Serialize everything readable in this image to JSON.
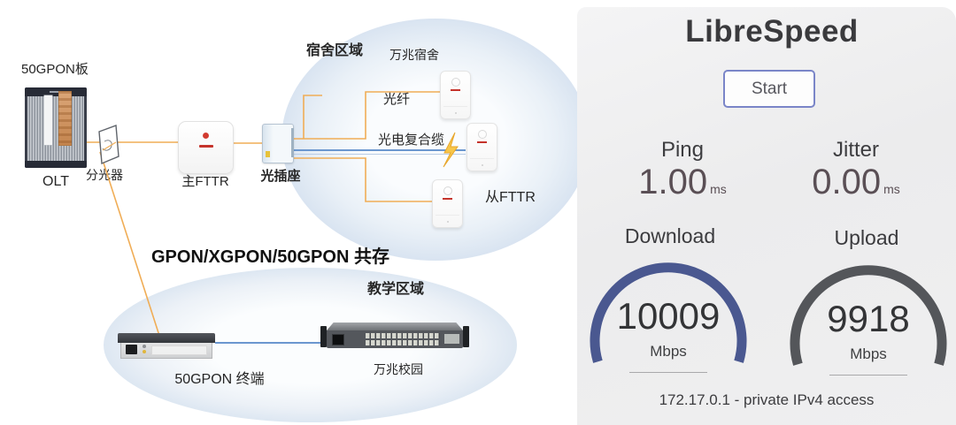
{
  "diagram": {
    "olt": {
      "board_label": "50GPON板",
      "label": "OLT"
    },
    "splitter": {
      "label": "分光器"
    },
    "main_fttr": {
      "label": "主FTTR"
    },
    "optical_socket": {
      "label": "光插座"
    },
    "dorm_area": {
      "title": "宿舍区域",
      "subtitle": "万兆宿舍",
      "fiber_label": "光纤",
      "cable_label": "光电复合缆",
      "slave_label": "从FTTR"
    },
    "coexist_label": "GPON/XGPON/50GPON 共存",
    "teaching_area": {
      "title": "教学区域",
      "terminal_label": "50GPON 终端",
      "campus_label": "万兆校园"
    },
    "colors": {
      "fiber": "#f0ad56",
      "cable": "#6b97cf",
      "cable_light": "#b9cce6",
      "lightning": "#f6c64a"
    }
  },
  "speedtest": {
    "title": "LibreSpeed",
    "start_label": "Start",
    "metrics": [
      {
        "name": "Ping",
        "value": "1.00",
        "unit": "ms"
      },
      {
        "name": "Jitter",
        "value": "0.00",
        "unit": "ms"
      }
    ],
    "gauges": [
      {
        "name": "Download",
        "value": "10009",
        "unit": "Mbps",
        "color": "#4a5890"
      },
      {
        "name": "Upload",
        "value": "9918",
        "unit": "Mbps",
        "color": "#54565a"
      }
    ],
    "footer": "172.17.0.1 - private IPv4 access"
  }
}
